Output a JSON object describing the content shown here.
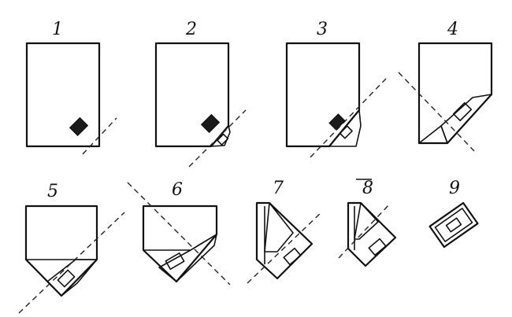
{
  "steps": [
    {
      "label": "1"
    },
    {
      "label": "2"
    },
    {
      "label": "3"
    },
    {
      "label": "4"
    },
    {
      "label": "5"
    },
    {
      "label": "6"
    },
    {
      "label": "7"
    },
    {
      "label": "8"
    },
    {
      "label": "9"
    }
  ],
  "colors": {
    "ink": "#111111",
    "paper": "#ffffff"
  }
}
